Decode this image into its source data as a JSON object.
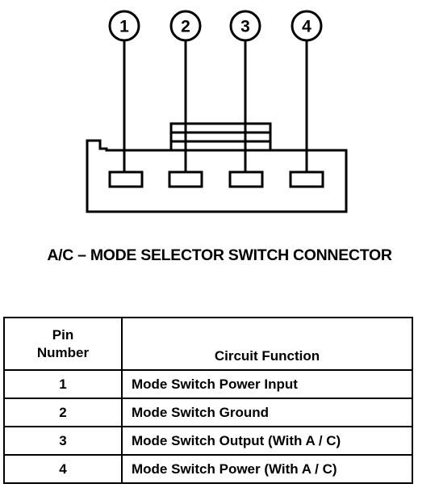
{
  "diagram": {
    "pin_callouts": [
      "1",
      "2",
      "3",
      "4"
    ]
  },
  "caption": "A/C – MODE SELECTOR SWITCH CONNECTOR",
  "table": {
    "header_pin_line1": "Pin",
    "header_pin_line2": "Number",
    "header_function": "Circuit Function",
    "rows": [
      {
        "pin": "1",
        "function": "Mode Switch Power Input"
      },
      {
        "pin": "2",
        "function": "Mode Switch Ground"
      },
      {
        "pin": "3",
        "function": "Mode Switch Output (With A / C)"
      },
      {
        "pin": "4",
        "function": "Mode Switch Power (With A / C)"
      }
    ]
  }
}
